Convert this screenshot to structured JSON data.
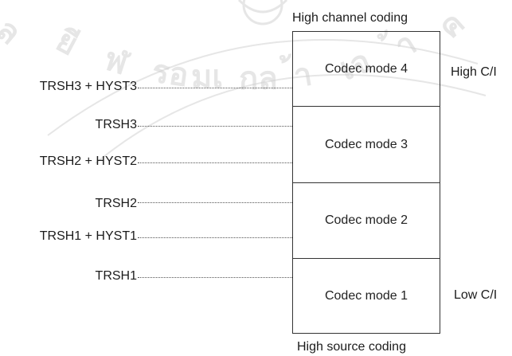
{
  "top_label": "High channel coding",
  "bottom_label": "High source coding",
  "side_labels": {
    "high": "High C/I",
    "low": "Low C/I"
  },
  "modes": [
    {
      "id": "mode-4",
      "label": "Codec mode 4"
    },
    {
      "id": "mode-3",
      "label": "Codec mode 3"
    },
    {
      "id": "mode-2",
      "label": "Codec mode 2"
    },
    {
      "id": "mode-1",
      "label": "Codec mode 1"
    }
  ],
  "thresholds": [
    {
      "label": "TRSH3 + HYST3"
    },
    {
      "label": "TRSH3"
    },
    {
      "label": "TRSH2 + HYST2"
    },
    {
      "label": "TRSH2"
    },
    {
      "label": "TRSH1 + HYST1"
    },
    {
      "label": "TRSH1"
    }
  ],
  "colors": {
    "line": "#333333",
    "text": "#1c1c1c",
    "watermark": "#c8c8c8"
  }
}
